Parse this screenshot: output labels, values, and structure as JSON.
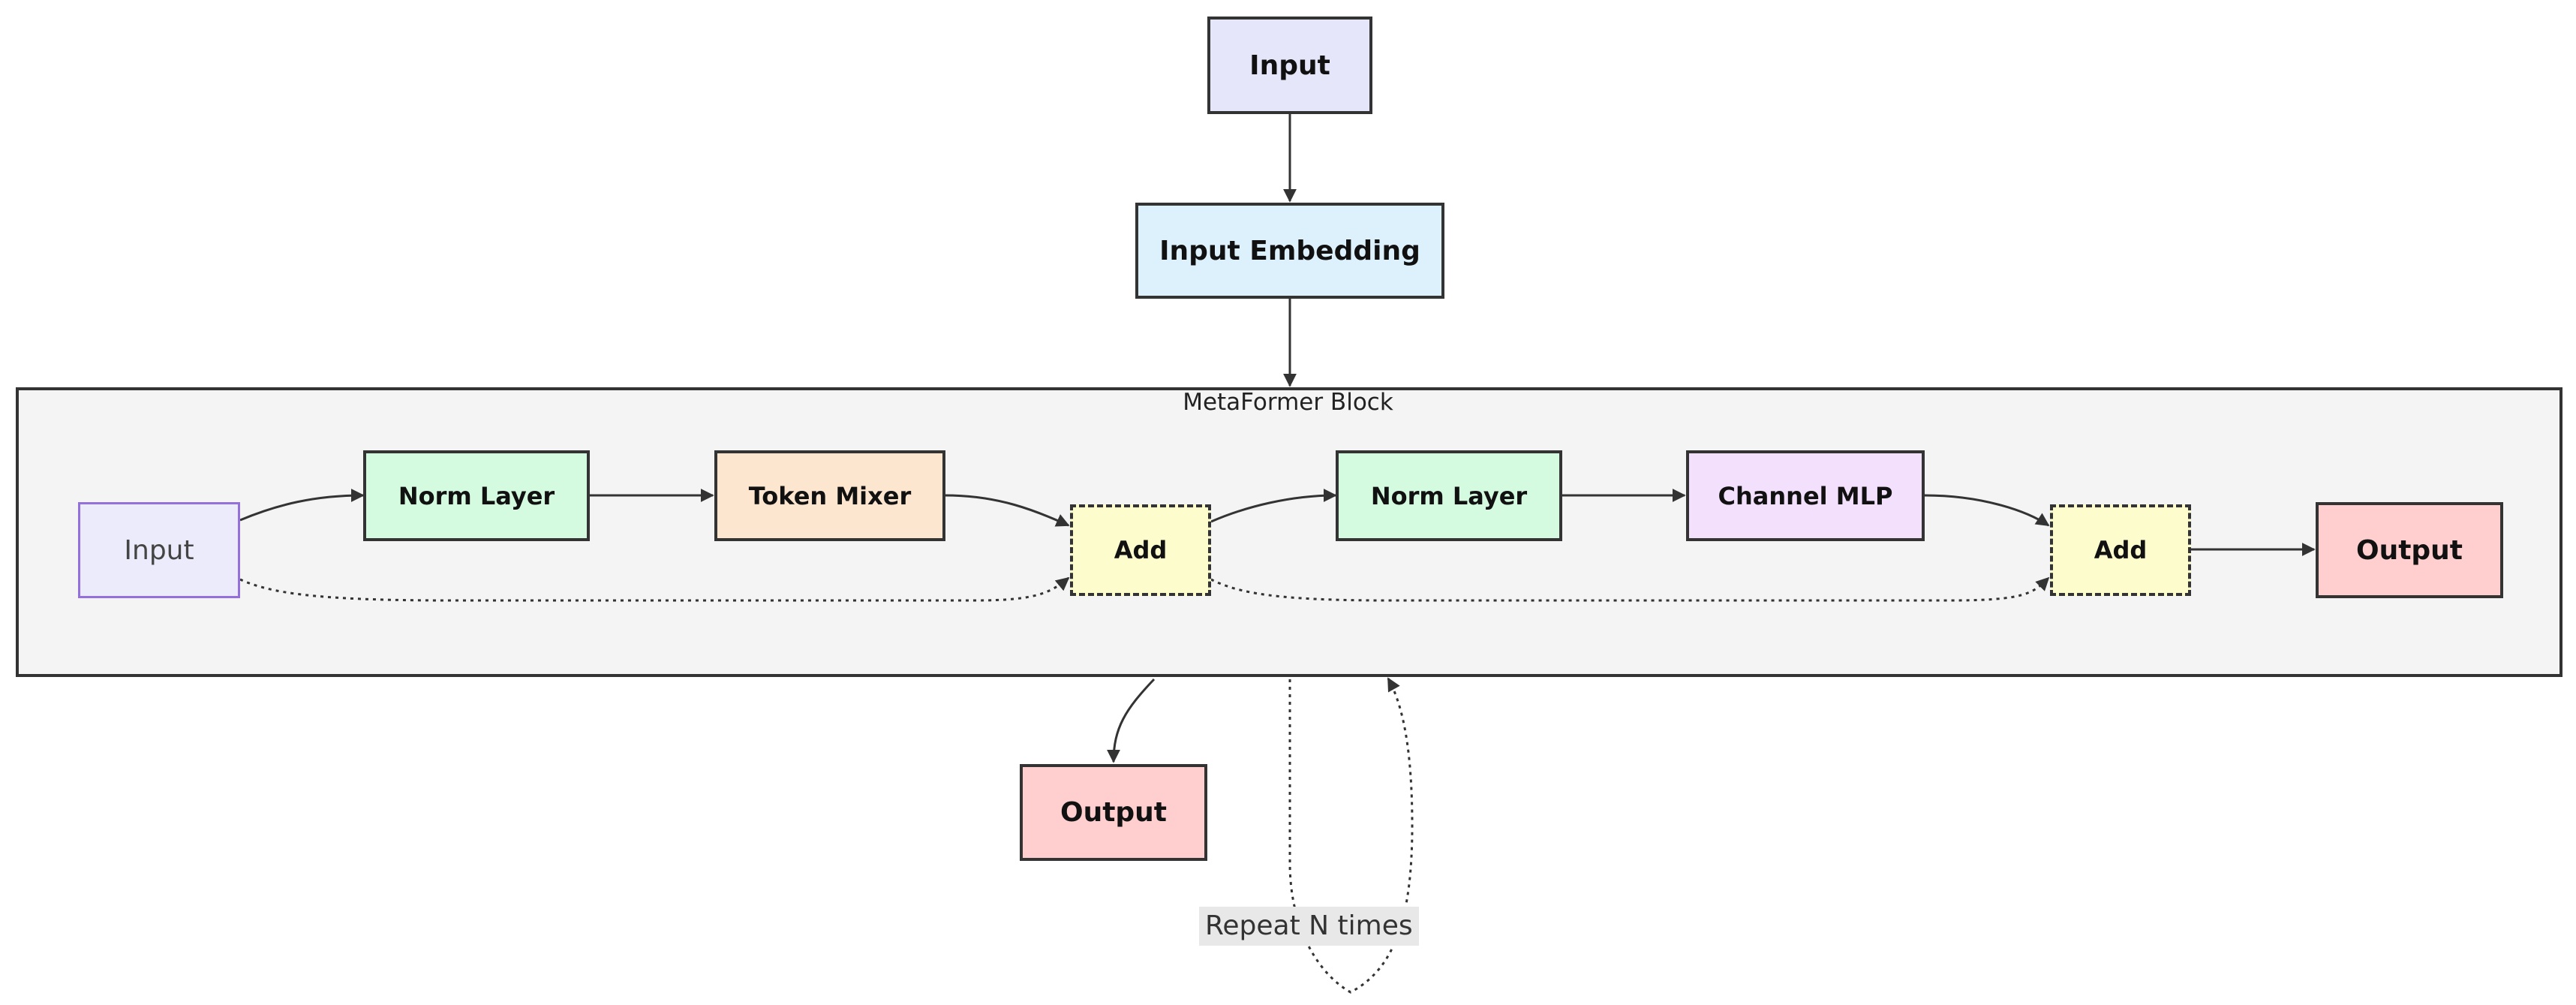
{
  "nodes": {
    "input_top": "Input",
    "input_embedding": "Input Embedding",
    "block_input": "Input",
    "norm_layer_1": "Norm Layer",
    "token_mixer": "Token Mixer",
    "add_1": "Add",
    "norm_layer_2": "Norm Layer",
    "channel_mlp": "Channel MLP",
    "add_2": "Add",
    "block_output": "Output",
    "output_bottom": "Output"
  },
  "container": {
    "title": "MetaFormer Block"
  },
  "edges": {
    "repeat_label": "Repeat N times"
  },
  "colors": {
    "input": "#e6e6fa",
    "embedding": "#ddf1fd",
    "norm": "#d4fbe0",
    "mixer": "#fde6d0",
    "add": "#fcfccc",
    "mlp": "#f3e0fd",
    "output": "#ffcfcf",
    "block_bg": "#f4f4f4",
    "line": "#333333"
  }
}
